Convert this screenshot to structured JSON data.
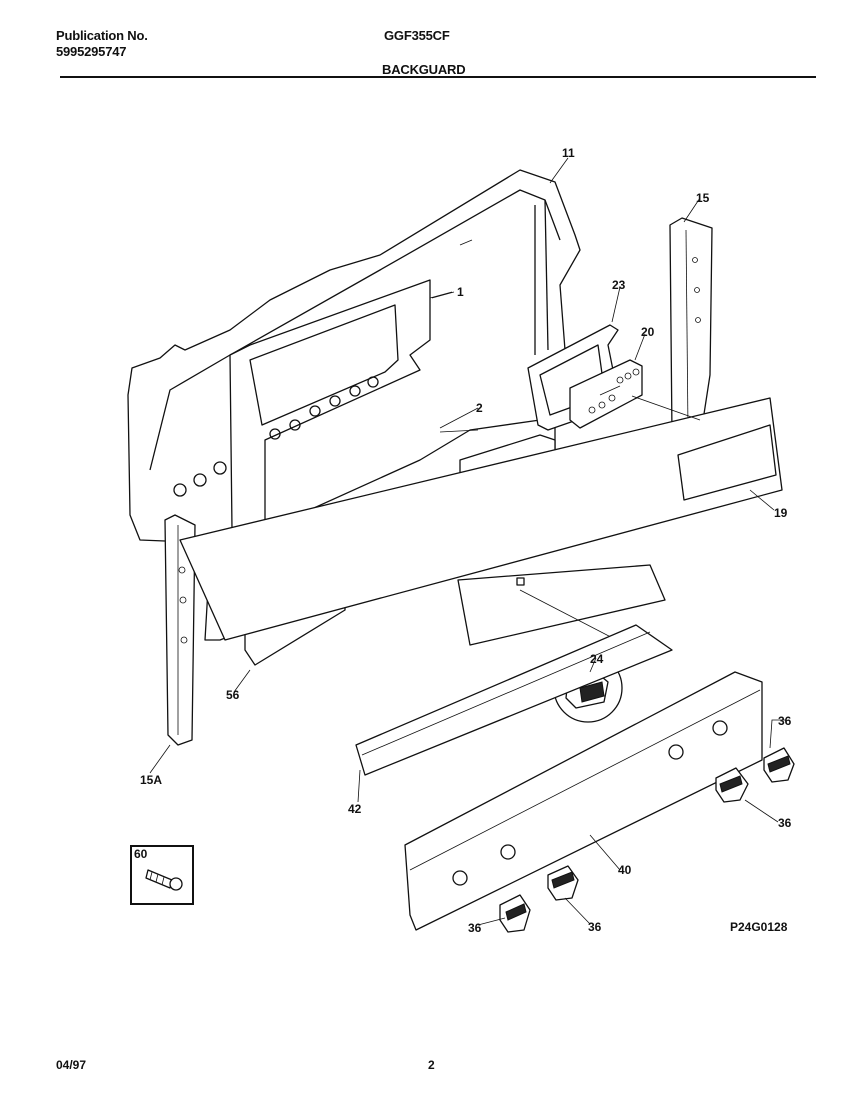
{
  "header": {
    "pub_label": "Publication No.",
    "pub_number": "5995295747",
    "model": "GGF355CF",
    "section": "BACKGUARD"
  },
  "callouts": {
    "c1": "1",
    "c2": "2",
    "c11": "11",
    "c15": "15",
    "c15a": "15A",
    "c19": "19",
    "c20": "20",
    "c23": "23",
    "c24": "24",
    "c36a": "36",
    "c36b": "36",
    "c36c": "36",
    "c36d": "36",
    "c40": "40",
    "c42": "42",
    "c56": "56",
    "c60": "60"
  },
  "figure_code": "P24G0128",
  "footer": {
    "date": "04/97",
    "page": "2"
  }
}
